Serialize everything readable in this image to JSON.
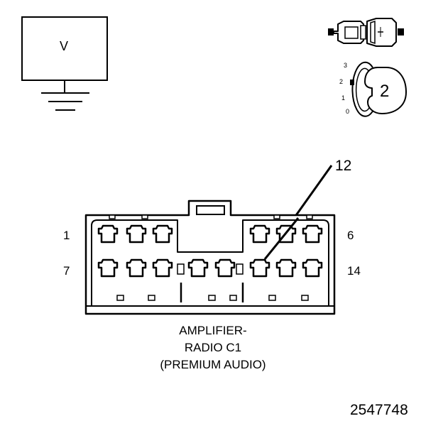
{
  "voltmeter": {
    "label": "V"
  },
  "ignition_switch": {
    "positions": [
      "3",
      "2",
      "1",
      "0"
    ],
    "key_position": "2"
  },
  "callout": {
    "number": "12"
  },
  "connector": {
    "pin_labels": {
      "top_left": "1",
      "top_right": "6",
      "bottom_left": "7",
      "bottom_right": "14"
    },
    "caption": [
      "AMPLIFIER-",
      "RADIO C1",
      "(PREMIUM AUDIO)"
    ]
  },
  "figure_id": "2547748"
}
